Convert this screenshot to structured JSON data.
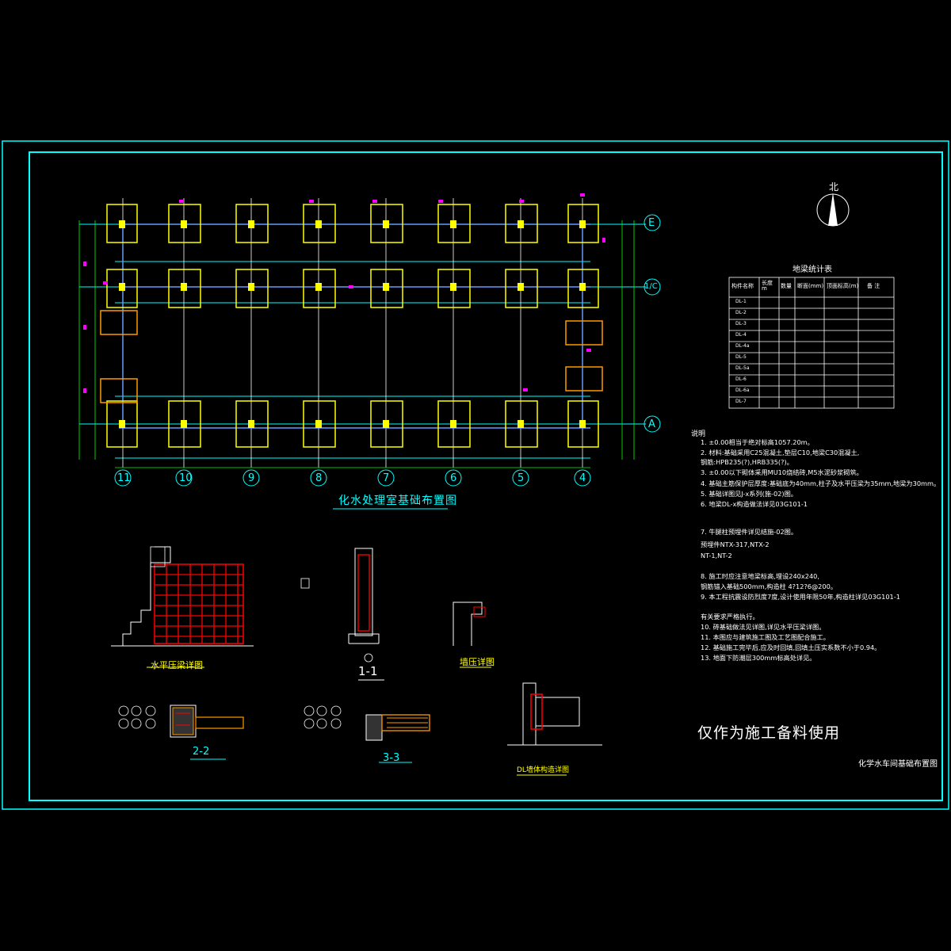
{
  "plan": {
    "title": "化水处理室基础布置图",
    "axes_bottom": [
      "11",
      "10",
      "9",
      "8",
      "7",
      "6",
      "5",
      "4"
    ],
    "axes_right": [
      "E",
      "1/C",
      "A"
    ]
  },
  "north": {
    "label": "北"
  },
  "table": {
    "title": "地梁统计表",
    "headers": [
      "构件名称",
      "长度 m",
      "数量",
      "断面(mm)",
      "顶面标高(m)",
      "备 注"
    ],
    "rows": [
      [
        "DL-1",
        "",
        "",
        "",
        "",
        ""
      ],
      [
        "DL-2",
        "",
        "",
        "",
        "",
        ""
      ],
      [
        "DL-3",
        "",
        "",
        "",
        "",
        ""
      ],
      [
        "DL-4",
        "",
        "",
        "",
        "",
        "",
        ""
      ],
      [
        "DL-4a",
        "",
        "",
        "",
        "",
        ""
      ],
      [
        "DL-5",
        "",
        "",
        "",
        "",
        ""
      ],
      [
        "DL-5a",
        "",
        "",
        "",
        "",
        ""
      ],
      [
        "DL-6",
        "",
        "",
        "",
        "",
        ""
      ],
      [
        "DL-6a",
        "",
        "",
        "",
        "",
        ""
      ],
      [
        "DL-7",
        "",
        "",
        "",
        "",
        ""
      ]
    ]
  },
  "notes": {
    "heading": "说明",
    "lines": [
      "1. ±0.00相当于绝对标高1057.20m。",
      "2. 材料:基础采用C25混凝土,垫层C10,地梁C30混凝土,",
      "   钢筋:HPB235(?),HRB335(?)。",
      "3. ±0.00以下砌体采用MU10烧结砖,M5水泥砂浆砌筑。",
      "4. 基础主筋保护层厚度:基础底为40mm,柱子及水平压梁为35mm,地梁为30mm。",
      "5. 基础详图见J-x系列(施-02)图。",
      "6. 地梁DL-x构造做法详见03G101-1",
      "7. 牛腿柱预埋件详见结施-02图。",
      "   预埋件NTX-317,NTX-2",
      "   NT-1,NT-2",
      "8. 施工时应注意地梁标高,埋设240x240,",
      "   钢筋锚入基础500mm,构造柱  4?12?6@200。",
      "9. 本工程抗震设防烈度7度,设计使用年限50年,构造柱详见03G101-1",
      "   有关要求严格执行。",
      "10. 砖基础做法见详图,详见水平压梁详图。",
      "11. 本图应与建筑施工图及工艺图配合施工。",
      "12. 基础施工完毕后,应及时回填,回填土压实系数不小于0.94。",
      "13. 地面下防潮层300mm标高处详见。"
    ]
  },
  "details": {
    "d1": "水平压梁详图",
    "d2": "1-1",
    "d3": "墙压详图",
    "d4": "2-2",
    "d5": "3-3",
    "d6": "DL墙体构造详图"
  },
  "stamp": "仅作为施工备料使用",
  "drawing_name": "化学水车间基础布置图",
  "colors": {
    "frame": "#00ffff",
    "yellow": "#ffff00",
    "magenta": "#ff00ff",
    "orange": "#ff9900",
    "red": "#ff0000",
    "green": "#00ff00",
    "white": "#ffffff"
  }
}
